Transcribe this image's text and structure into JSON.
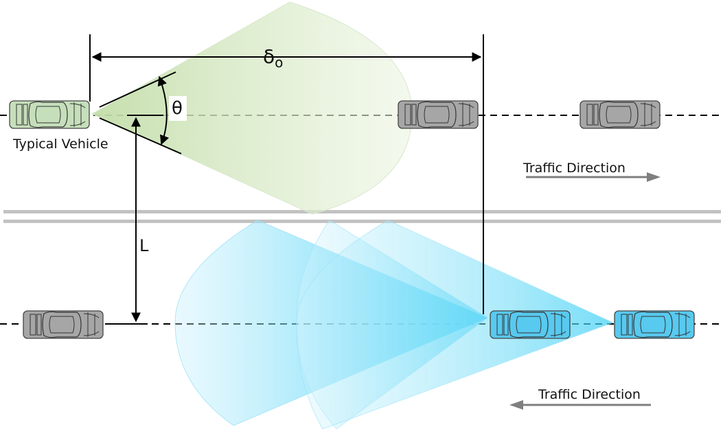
{
  "labels": {
    "delta_symbol": "δ",
    "delta_subscript": "o",
    "theta": "θ",
    "distance_l": "L",
    "typical_vehicle": "Typical Vehicle",
    "traffic_direction_top": "Traffic Direction",
    "traffic_direction_bottom": "Traffic Direction"
  },
  "colors": {
    "green_beam": "#cfe6b8",
    "blue_beam": "#1ec8f5",
    "car_gray": "#9a9a9a",
    "car_blue": "#58c9ef",
    "divider": "#c2c2c2",
    "arrow_gray": "#7f7f7f"
  },
  "icons": {
    "vehicle": "car-top-view-icon",
    "direction_right": "arrow-right-icon",
    "direction_left": "arrow-left-icon"
  }
}
